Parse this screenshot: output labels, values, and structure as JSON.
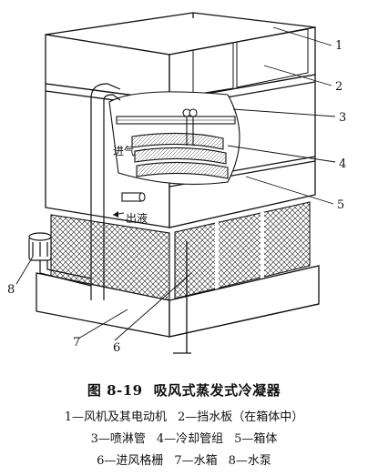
{
  "figure": {
    "inline_labels": {
      "inlet_gas": "进气",
      "outlet_liquid": "出液"
    },
    "callouts": [
      "1",
      "2",
      "3",
      "4",
      "5",
      "6",
      "7",
      "8"
    ]
  },
  "caption": {
    "figure_number": "图 8-19",
    "title": "吸风式蒸发式冷凝器",
    "legend": [
      "1—风机及其电动机",
      "2—挡水板（在箱体中）",
      "3—喷淋管",
      "4—冷却管组",
      "5—箱体",
      "6—进风格栅",
      "7—水箱",
      "8—水泵"
    ]
  }
}
